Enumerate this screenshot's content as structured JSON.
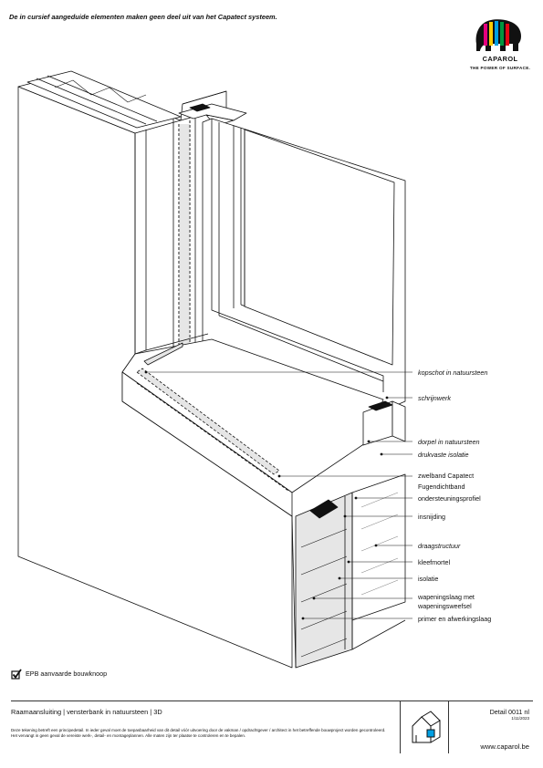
{
  "note": "De in cursief aangeduide elementen maken geen deel uit van het Capatect systeem.",
  "brand": {
    "name": "CAPAROL",
    "tagline": "THE POWER OF SURFACE.",
    "logo_colors": [
      "#e6007e",
      "#ffcc00",
      "#009fe3",
      "#00963f",
      "#e30613",
      "#111111"
    ]
  },
  "labels": [
    {
      "text": "kopschot in natuursteen",
      "italic": true
    },
    {
      "text": "schrijnwerk",
      "italic": true
    },
    {
      "text": "dorpel in natuursteen",
      "italic": true
    },
    {
      "text": "drukvaste isolatie",
      "italic": true
    },
    {
      "text": "zwelband Capatect",
      "italic": false
    },
    {
      "text": "Fugendichtband",
      "italic": false
    },
    {
      "text": "ondersteuningsprofiel",
      "italic": false
    },
    {
      "text": "insnijding",
      "italic": false
    },
    {
      "text": "draagstructuur",
      "italic": true
    },
    {
      "text": "kleefmortel",
      "italic": false
    },
    {
      "text": "isolatie",
      "italic": false
    },
    {
      "text": "wapeningslaag met",
      "italic": false
    },
    {
      "text": "wapeningsweefsel",
      "italic": false
    },
    {
      "text": "primer en afwerkingslaag",
      "italic": false
    }
  ],
  "epb": "EPB aanvaarde bouwknoop",
  "footer": {
    "title": "Raamaansluiting | vensterbank in natuursteen | 3D",
    "description": "Deze tekening betreft een principedetail. In ieder geval moet de toepasbaarheid van dit detail vóór uitvoering door de vakman / opdrachtgever / architect in het betreffende bouwproject worden gecontroleerd. Het vervangt in geen geval de vereiste werk-, detail- en montageplannen. Alle maten zijn ter plaatse te controleren en te bepalen.",
    "detail": "Detail 0011 nl",
    "date": "1/11/2023",
    "url": "www.caparol.be"
  }
}
